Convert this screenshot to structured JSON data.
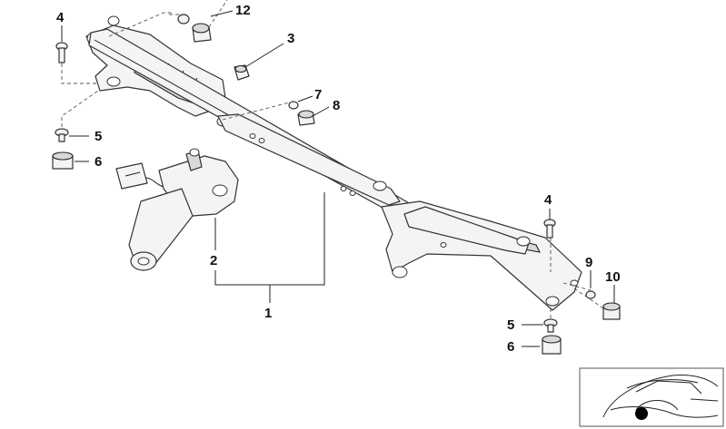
{
  "diagram": {
    "callouts": [
      {
        "id": "c4-top",
        "label": "4"
      },
      {
        "id": "c12",
        "label": "12"
      },
      {
        "id": "c3",
        "label": "3"
      },
      {
        "id": "c7",
        "label": "7"
      },
      {
        "id": "c8",
        "label": "8"
      },
      {
        "id": "c5-left",
        "label": "5"
      },
      {
        "id": "c6-left",
        "label": "6"
      },
      {
        "id": "c2",
        "label": "2"
      },
      {
        "id": "c1",
        "label": "1"
      },
      {
        "id": "c4-right",
        "label": "4"
      },
      {
        "id": "c9",
        "label": "9"
      },
      {
        "id": "c10",
        "label": "10"
      },
      {
        "id": "c5-right",
        "label": "5"
      },
      {
        "id": "c6-right",
        "label": "6"
      }
    ]
  }
}
